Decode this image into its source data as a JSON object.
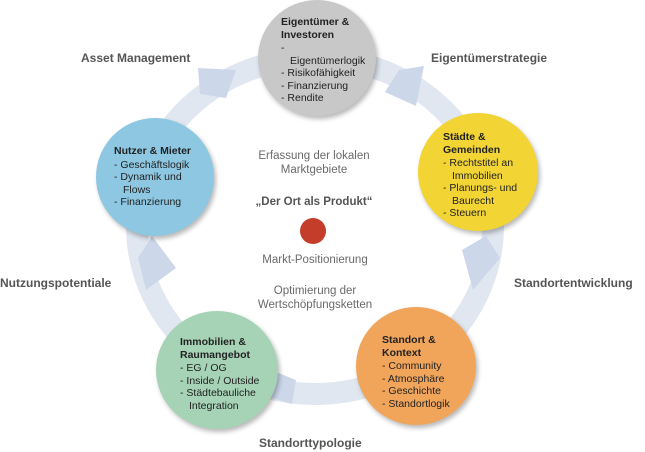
{
  "nodes": [
    {
      "key": "owners",
      "color": "#c8c8c8",
      "title": "Eigentümer & Investoren",
      "items": [
        "Eigentümerlogik",
        "Risikofähigkeit",
        "Finanzierung",
        "Rendite"
      ]
    },
    {
      "key": "cities",
      "color": "#f2d535",
      "title": "Städte & Gemeinden",
      "items": [
        "Rechtstitel an Immobilien",
        "Planungs- und Baurecht",
        "Steuern"
      ]
    },
    {
      "key": "location",
      "color": "#f0a55a",
      "title": "Standort & Kontext",
      "items": [
        "Community",
        "Atmosphäre",
        "Geschichte",
        "Standortlogik"
      ]
    },
    {
      "key": "property",
      "color": "#a6d3b6",
      "title": "Immobilien & Raumangebot",
      "items": [
        "EG / OG",
        "Inside / Outside",
        "Städtebauliche Integration"
      ]
    },
    {
      "key": "users",
      "color": "#8dc7e2",
      "title": "Nutzer & Mieter",
      "items": [
        "Geschäftslogik",
        "Dynamik und Flows",
        "Finanzierung"
      ]
    }
  ],
  "labels": {
    "asset": "Asset Management",
    "strategy": "Eigentümerstrategie",
    "development": "Standortentwicklung",
    "typology": "Standorttypologie",
    "potential": "Nutzungspotentiale"
  },
  "center": {
    "line1": "Erfassung der lokalen Marktgebiete",
    "slogan": "„Der Ort als Produkt“",
    "line2": "Markt-Positionierung",
    "line3": "Optimierung der Wertschöpfungsketten"
  },
  "colors": {
    "ring": "#dde4f0",
    "arrow": "#c7d4e8",
    "dot": "#c33d2a"
  }
}
